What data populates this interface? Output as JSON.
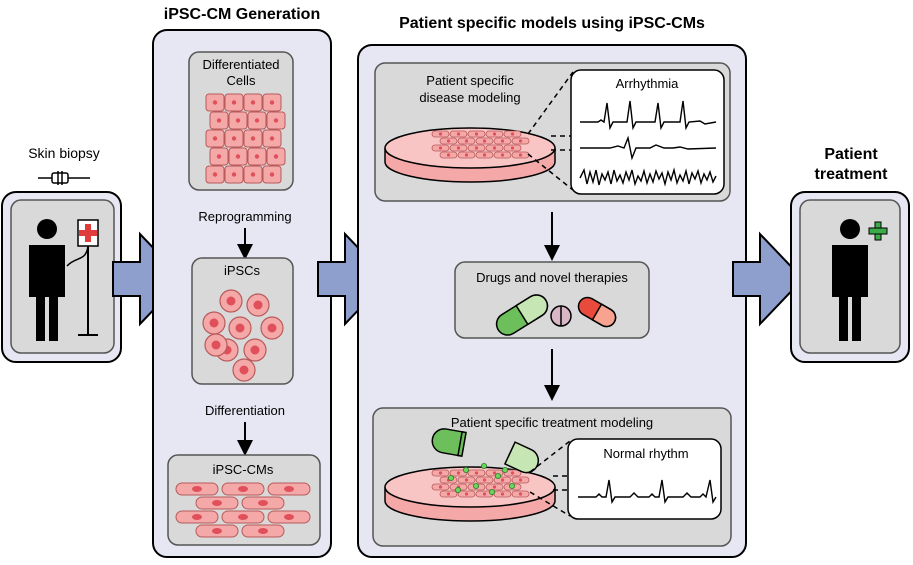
{
  "left": {
    "label": "Skin biopsy"
  },
  "generation": {
    "title": "iPSC-CM Generation",
    "diff_cells_line1": "Differentiated",
    "diff_cells_line2": "Cells",
    "reprogramming": "Reprogramming",
    "ipscs": "iPSCs",
    "differentiation": "Differentiation",
    "ipsc_cms": "iPSC-CMs"
  },
  "models": {
    "title": "Patient specific models using iPSC-CMs",
    "disease_line1": "Patient specific",
    "disease_line2": "disease modeling",
    "arrhythmia": "Arrhythmia",
    "drugs": "Drugs and novel therapies",
    "treatment_modeling": "Patient specific treatment modeling",
    "normal_rhythm": "Normal rhythm"
  },
  "right": {
    "line1": "Patient",
    "line2": "treatment"
  },
  "colors": {
    "panel_fill": "#e7e7f4",
    "box_fill": "#d9d9d9",
    "cell_fill": "#f4a8a8",
    "nucleus": "#e0505a",
    "arrow_fill": "#8f9fcd",
    "cross_red": "#e03c3c",
    "cross_green": "#3daa4a"
  }
}
